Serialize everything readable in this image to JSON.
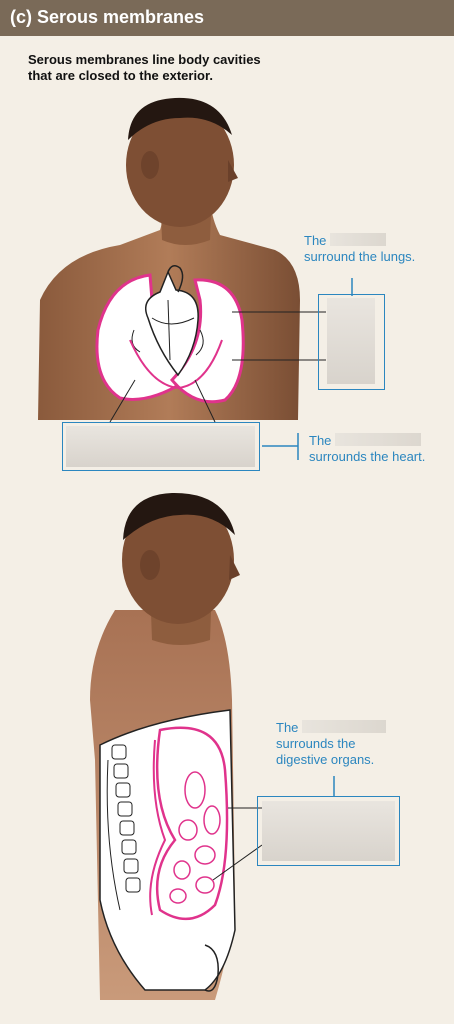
{
  "header": {
    "title": "(c) Serous membranes"
  },
  "intro": {
    "line1": "Serous membranes line body cavities",
    "line2": "that are closed to the exterior."
  },
  "pleura_caption": {
    "prefix": "The",
    "suffix": "surround the lungs."
  },
  "pericardium_caption": {
    "prefix": "The",
    "suffix": "surrounds the heart."
  },
  "peritoneum_caption": {
    "prefix": "The",
    "line2": "surrounds the",
    "line3": "digestive organs."
  },
  "colors": {
    "accent": "#2b86bf",
    "membrane": "#e0338c",
    "header": "#7a6a58"
  }
}
